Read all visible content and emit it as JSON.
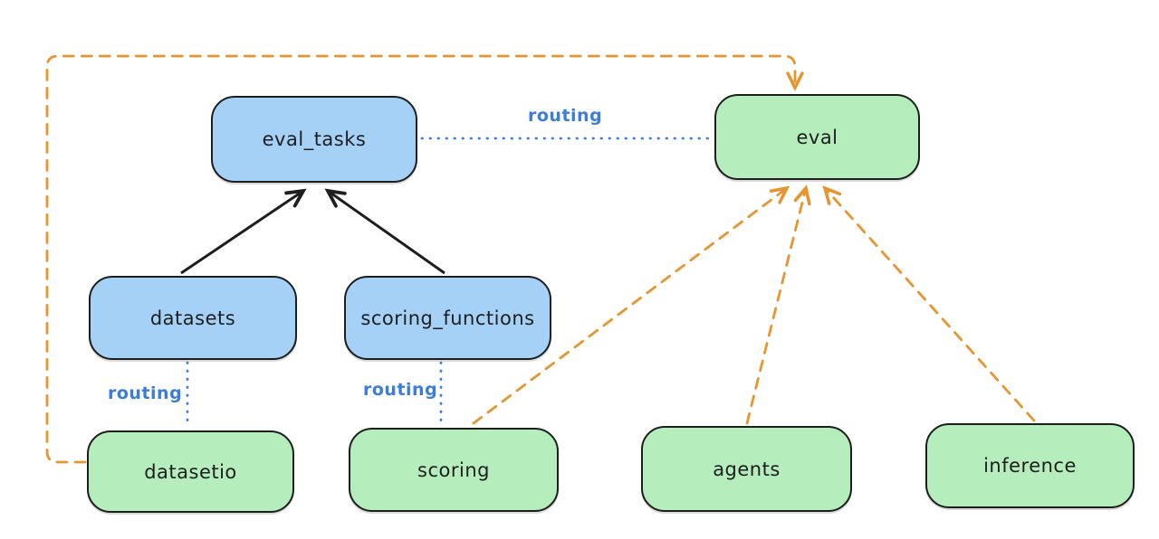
{
  "diagram": {
    "title": "",
    "background": "#ffffff",
    "colors": {
      "api_node_fill": "#a5d1f6",
      "provider_node_fill": "#b5eebc",
      "node_stroke": "#1e1e1e",
      "routing_line": "#3b7dd8",
      "dependency_line": "#e8942f",
      "solid_arrow": "#1e1e1e"
    },
    "nodes": [
      {
        "id": "eval_tasks",
        "label": "eval_tasks",
        "color": "blue"
      },
      {
        "id": "datasets",
        "label": "datasets",
        "color": "blue"
      },
      {
        "id": "scoring_functions",
        "label": "scoring_functions",
        "color": "blue"
      },
      {
        "id": "eval",
        "label": "eval",
        "color": "green"
      },
      {
        "id": "datasetio",
        "label": "datasetio",
        "color": "green"
      },
      {
        "id": "scoring",
        "label": "scoring",
        "color": "green"
      },
      {
        "id": "agents",
        "label": "agents",
        "color": "green"
      },
      {
        "id": "inference",
        "label": "inference",
        "color": "green"
      }
    ],
    "edges": [
      {
        "from": "datasets",
        "to": "eval_tasks",
        "style": "solid",
        "arrow": true,
        "label": ""
      },
      {
        "from": "scoring_functions",
        "to": "eval_tasks",
        "style": "solid",
        "arrow": true,
        "label": ""
      },
      {
        "from": "eval_tasks",
        "to": "eval",
        "style": "dotted",
        "arrow": false,
        "label": "routing"
      },
      {
        "from": "datasets",
        "to": "datasetio",
        "style": "dotted",
        "arrow": false,
        "label": "routing"
      },
      {
        "from": "scoring_functions",
        "to": "scoring",
        "style": "dotted",
        "arrow": false,
        "label": "routing"
      },
      {
        "from": "datasetio",
        "to": "eval",
        "style": "dashed",
        "arrow": true,
        "label": ""
      },
      {
        "from": "scoring",
        "to": "eval",
        "style": "dashed",
        "arrow": true,
        "label": ""
      },
      {
        "from": "agents",
        "to": "eval",
        "style": "dashed",
        "arrow": true,
        "label": ""
      },
      {
        "from": "inference",
        "to": "eval",
        "style": "dashed",
        "arrow": true,
        "label": ""
      }
    ]
  }
}
